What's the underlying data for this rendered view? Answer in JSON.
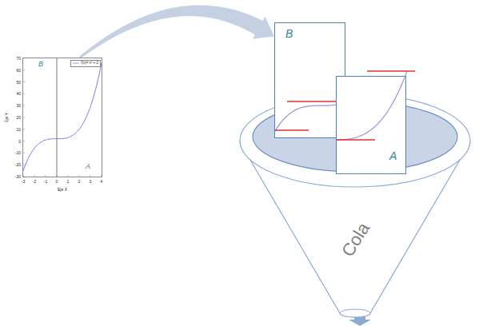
{
  "diagram": {
    "nodes": [
      {
        "text": [
          "B",
          "A"
        ]
      },
      {
        "text": [
          "Cola"
        ]
      },
      {
        "text": [
          "B"
        ]
      },
      {
        "text": [
          "A"
        ]
      }
    ],
    "edges": [
      {
        "from": 0,
        "to": 2,
        "arrow": "to"
      }
    ],
    "labels": [
      "70",
      "60",
      "50",
      "40",
      "30",
      "20",
      "10",
      "0",
      "-10",
      "-20",
      "-30",
      "-3",
      "-2",
      "-1",
      "0",
      "1",
      "2",
      "3",
      "4",
      "Eje X",
      "Eje Y"
    ],
    "legend": [
      {
        "text": "f(x)= x³ + 2"
      }
    ]
  }
}
